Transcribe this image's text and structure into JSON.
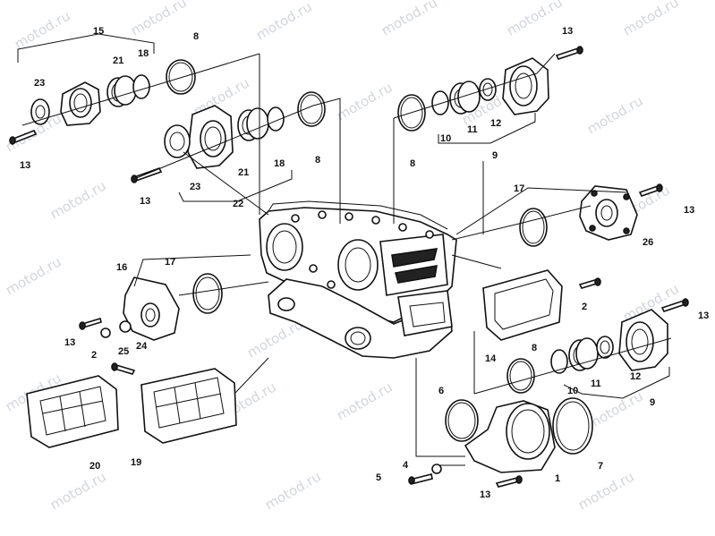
{
  "watermark": "motod.ru",
  "callouts": {
    "c1": "1",
    "c2a": "2",
    "c2b": "2",
    "c4": "4",
    "c5": "5",
    "c6": "6",
    "c7": "7",
    "c8a": "8",
    "c8b": "8",
    "c8c": "8",
    "c8d": "8",
    "c9a": "9",
    "c9b": "9",
    "c10a": "10",
    "c10b": "10",
    "c11a": "11",
    "c11b": "11",
    "c12a": "12",
    "c12b": "12",
    "c13a": "13",
    "c13b": "13",
    "c13c": "13",
    "c13d": "13",
    "c13e": "13",
    "c13f": "13",
    "c13g": "13",
    "c14": "14",
    "c15": "15",
    "c16": "16",
    "c17a": "17",
    "c17b": "17",
    "c18a": "18",
    "c18b": "18",
    "c19": "19",
    "c20": "20",
    "c21a": "21",
    "c21b": "21",
    "c22": "22",
    "c23a": "23",
    "c23b": "23",
    "c24": "24",
    "c25": "25",
    "c26": "26"
  }
}
